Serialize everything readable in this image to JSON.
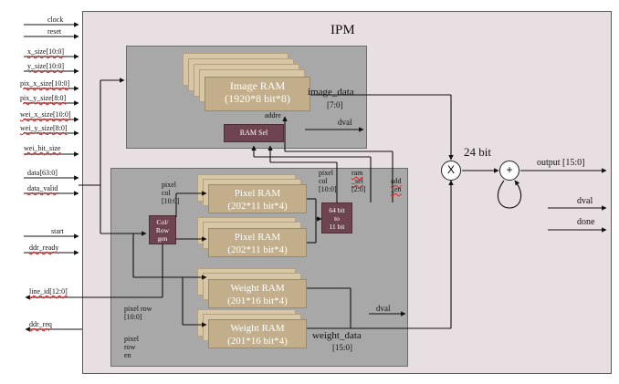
{
  "ipm_title": "IPM",
  "inputs": {
    "clock": "clock",
    "reset": "reset",
    "x_size": "x_size[10:0]",
    "y_size": "y_size[10:0]",
    "pix_x_size": "pix_x_size[10:0]",
    "pix_y_size": "pix_y_size[8:0]",
    "wei_x_size": "wei_x_size[10:0]",
    "wei_y_size": "wei_y_size[8:0]",
    "wei_bit_size": "wei_bit_size",
    "data": "data[63:0]",
    "data_valid": "data_valid",
    "start": "start",
    "ddr_ready": "ddr_ready"
  },
  "left_outputs": {
    "line_id": "line_id[12:0]",
    "ddr_req": "ddr_req"
  },
  "image_ram": {
    "title": "Image RAM",
    "size": "(1920*8 bit*8)",
    "addr": "addre",
    "ram_sel": "RAM Sel",
    "data_label": "image_data",
    "data_width": "[7:0]",
    "dval": "dval"
  },
  "pixel_ram": [
    {
      "title": "Pixel RAM",
      "size": "(202*11 bit*4)"
    },
    {
      "title": "Pixel RAM",
      "size": "(202*11 bit*4)"
    }
  ],
  "weight_ram": [
    {
      "title": "Weight RAM",
      "size": "(201*16 bit*4)"
    },
    {
      "title": "Weight RAM",
      "size": "(201*16 bit*4)"
    }
  ],
  "colrow_gen": {
    "line1": "Col/",
    "line2": "Row",
    "line3": "gen"
  },
  "converter": {
    "line1": "64 bit",
    "line2": "to",
    "line3": "11 bit"
  },
  "labels": {
    "pixel_col_a": [
      "pixel",
      "col",
      "[10:0]"
    ],
    "pixel_col_b": [
      "pixel",
      "col",
      "[10:0]"
    ],
    "ram_sel": [
      "ram",
      "_sel",
      "[2:0]"
    ],
    "add_en": [
      "add",
      "_en"
    ],
    "pixel_row": [
      "pixel row",
      "[10:0]"
    ],
    "pixel_row_en": [
      "pixel",
      "row",
      "en"
    ],
    "mid_dval": "dval",
    "weight_data": "weight_data",
    "weight_data_width": "[15:0]",
    "bit24": "24 bit"
  },
  "ops": {
    "multiply": "X",
    "add": "+"
  },
  "outputs": {
    "output": "output [15:0]",
    "dval": "dval",
    "done": "done"
  }
}
